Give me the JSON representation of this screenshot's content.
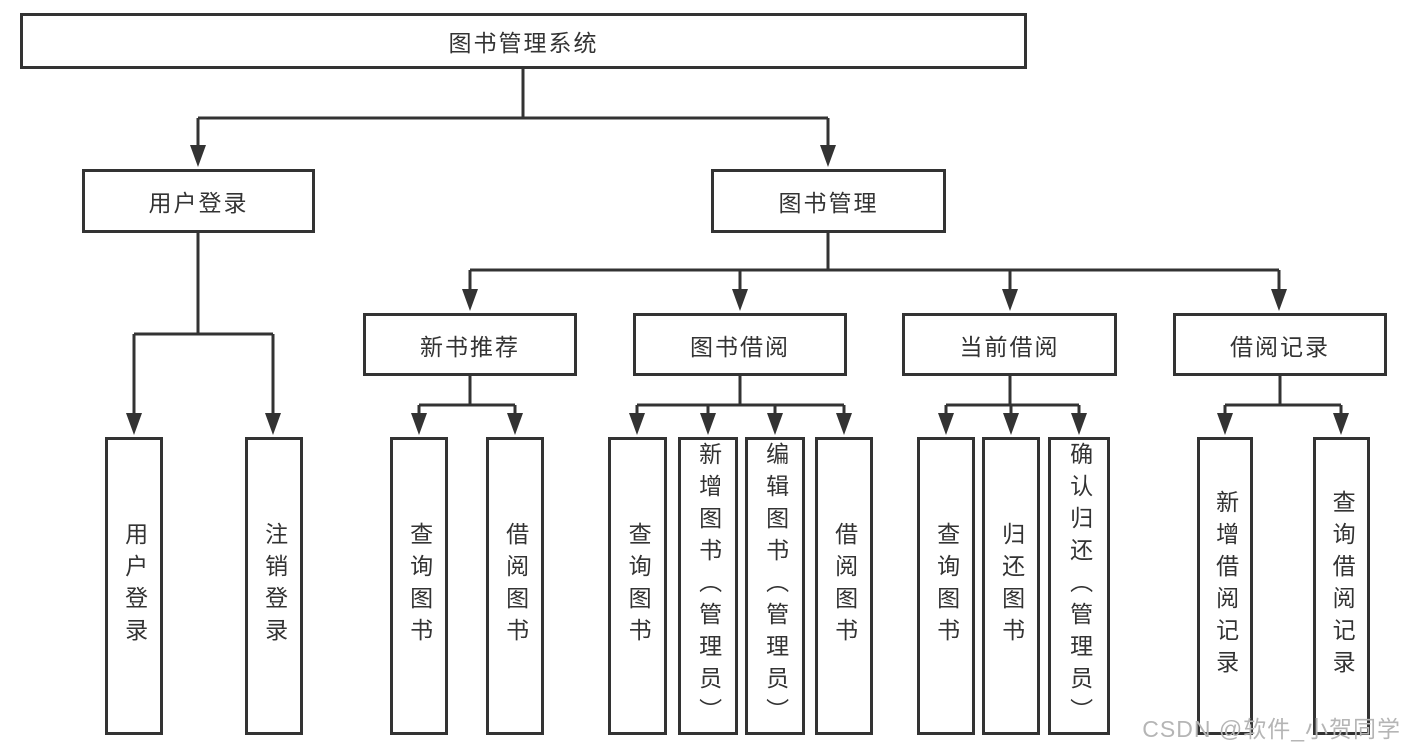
{
  "title": {
    "label": "图书管理系统"
  },
  "branches": [
    {
      "label": "用户登录",
      "children": [
        "用户登录",
        "注销登录"
      ]
    },
    {
      "label": "图书管理",
      "sections": [
        {
          "label": "新书推荐",
          "children": [
            "查询图书",
            "借阅图书"
          ]
        },
        {
          "label": "图书借阅",
          "children": [
            "查询图书",
            "新增图书（管理员）",
            "编辑图书（管理员）",
            "借阅图书"
          ]
        },
        {
          "label": "当前借阅",
          "children": [
            "查询图书",
            "归还图书",
            "确认归还（管理员）"
          ]
        },
        {
          "label": "借阅记录",
          "children": [
            "新增借阅记录",
            "查询借阅记录"
          ]
        }
      ]
    }
  ],
  "watermark": {
    "text": "CSDN @软件_小贺同学"
  },
  "colors": {
    "line": "#333333",
    "box_border": "#333333",
    "text": "#333333",
    "watermark": "#b5b5b5",
    "background": "#ffffff"
  }
}
